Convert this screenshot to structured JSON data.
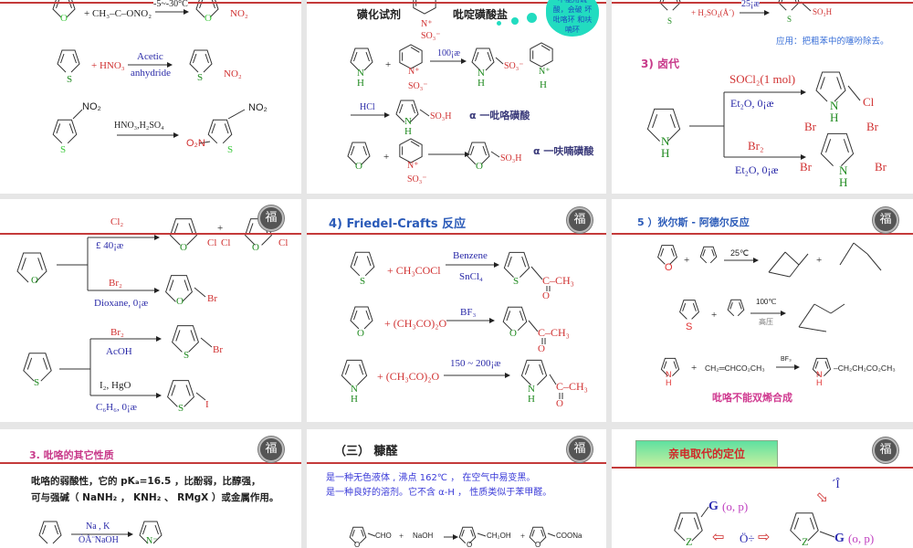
{
  "s1": {
    "reagent1": "+  CH₃–C–ONO₂",
    "cond1": "-5~-30°C",
    "o": "O",
    "no2": "NO₂",
    "hno3": "+ HNO₃",
    "acetic": "Acetic",
    "anhydride": "anhydride",
    "s": "S",
    "cond3": "HNO₃,H₂SO₄",
    "o2n": "O₂N"
  },
  "s2": {
    "label1": "磺化试剂",
    "label2": "吡啶磺酸盐",
    "note": "不能用硫 酸，会破 坏吡咯环 和呋喃环",
    "n_plus": "N⁺",
    "so3": "SO₃⁻",
    "nh": "N",
    "h": "H",
    "plus": "+",
    "temp": "100¡æ",
    "hcl": "HCl",
    "so3h": "SO₃H",
    "pyrrole_acid": "α 一吡咯磺酸",
    "furan_acid": "α 一呋喃磺酸",
    "o": "O"
  },
  "s3": {
    "reagent": "+ H₂SO₄(Å´)",
    "temp": "25¡æ",
    "s": "S",
    "so3h": "SO₃H",
    "application": "应用：把粗苯中的噻吩除去。",
    "heading": "3)  卤代",
    "socl2": "SOCl₂(1 mol)",
    "et2o": "Et₂O, 0¡æ",
    "br2": "Br₂",
    "n": "N",
    "h": "H",
    "cl": "Cl",
    "br": "Br"
  },
  "s4": {
    "cl2": "Cl₂",
    "cond1": "£ 40¡æ",
    "br2": "Br₂",
    "dioxane": "Dioxane, 0¡æ",
    "acoh": "AcOH",
    "i2": "I₂, HgO",
    "c6h6": "C₆H₆, 0¡æ",
    "o": "O",
    "s": "S",
    "cl": "Cl",
    "br": "Br",
    "i": "I",
    "plus": "+",
    "logo": "福"
  },
  "s5": {
    "title": "4) Friedel-Crafts  反应",
    "r1": "+ CH₃COCl",
    "benzene": "Benzene",
    "sncl4": "SnCl₄",
    "r2": "+ (CH₃CO)₂O",
    "bf3": "BF₃",
    "r3": "+ (CH₃CO)₂O",
    "temp": "150 ~ 200¡æ",
    "acyl": "C–CH₃",
    "o": "O",
    "s": "S",
    "n": "N",
    "h": "H",
    "logo": "福"
  },
  "s6": {
    "title": "5 ）狄尔斯 - 阿德尔反应",
    "t1": "25℃",
    "t2": "100℃",
    "pressure": "高压",
    "bf3": "BF₃",
    "acrylate": "CH₂═CHCO₂CH₃",
    "product": "–CH₂CH₂CO₂CH₃",
    "note": "吡咯不能双烯合成",
    "plus": "+",
    "o": "O",
    "s": "S",
    "n": "N",
    "h": "H",
    "logo": "福"
  },
  "s7": {
    "title": "3.  吡咯的其它性质",
    "line1": "吡咯的弱酸性，它的 pKₐ=16.5 ，比酚弱，比醇强，",
    "line2": "可与强碱（ NaNH₂ ，  KNH₂ 、 RMgX ）或金属作用。",
    "cond": "Na , K",
    "cond2": "ÒÅ¨NaOH",
    "n": "N⁻",
    "logo": "福"
  },
  "s8": {
    "title": "（三）  糠醛",
    "line1": "是一种无色液体 , 沸点 162℃ ， 在空气中易变黑。",
    "line2": "是一种良好的溶剂。它不含 α-H ， 性质类似于苯甲醛。",
    "cho": "CHO",
    "plus": "+",
    "naoh": "NaOH",
    "ch2oh": "CH₂OH",
    "coona": "COONa",
    "o": "O",
    "logo": "福"
  },
  "s9": {
    "title": "亲电取代的定位",
    "g": "G",
    "op": "(o, p)",
    "mid": "Ö÷",
    "top": "´Î",
    "z": "Z",
    "logo": "福"
  },
  "colors": {
    "red_line": "#c43a3a",
    "reagent_red": "#d03030",
    "condition_blue": "#2a2aa8",
    "heteroatom_green": "#1f8a1f",
    "cloud": "#22dcc0"
  }
}
